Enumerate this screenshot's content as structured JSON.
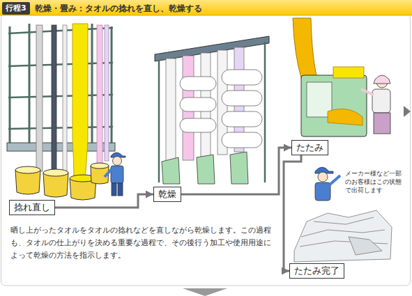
{
  "diagram": {
    "title": "乾燥・畳み：タオルの捻れを直し、乾燥する",
    "nodes": [
      {
        "text": [
          "行程3"
        ]
      },
      {
        "text": [
          "捻れ直し"
        ]
      },
      {
        "text": [
          "乾燥"
        ]
      },
      {
        "text": [
          "たたみ"
        ]
      },
      {
        "text": [
          "たたみ完了"
        ]
      }
    ],
    "edges": [
      {
        "from": 1,
        "to": 2,
        "arrow": "to"
      },
      {
        "from": 2,
        "to": 3,
        "arrow": "to"
      },
      {
        "from": 3,
        "to": 4,
        "arrow": "to"
      }
    ],
    "labels": [
      "メーカー様など一部のお客様はこの状態で出荷します",
      "晒し上がったタオルをタオルの捻れなどを直しながら乾燥します。この過程も、タオルの仕上がりを決める重要な過程で、その後行う加工や使用用途によって乾燥の方法を指示します。"
    ]
  }
}
